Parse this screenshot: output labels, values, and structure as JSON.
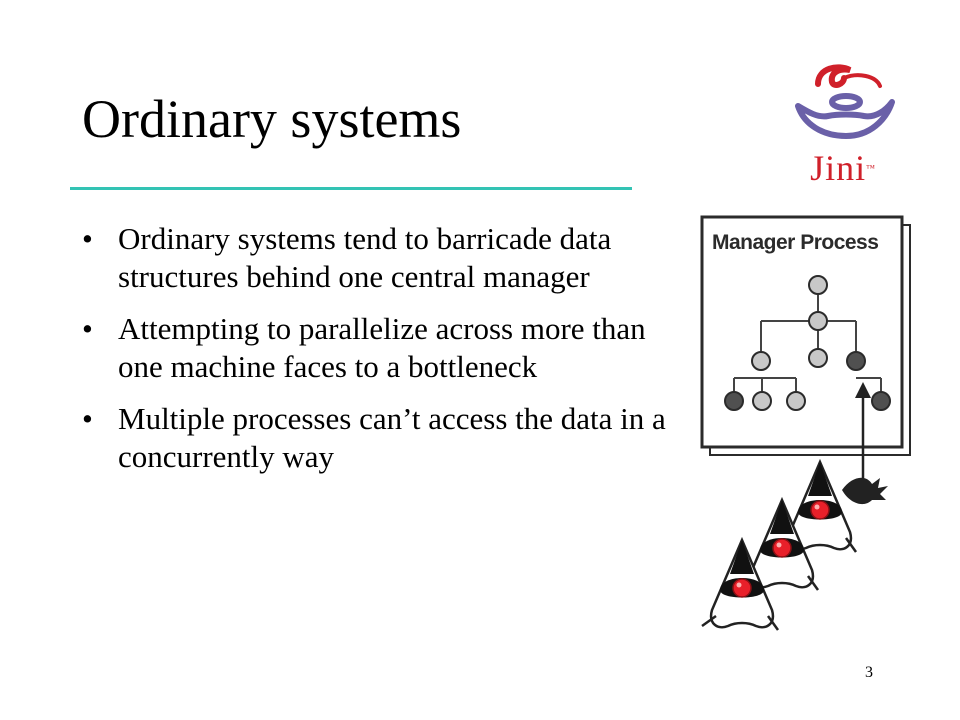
{
  "slide": {
    "title": "Ordinary systems",
    "bullets": [
      {
        "marker": "•",
        "text": "Ordinary systems tend to barricade data structures behind one central manager"
      },
      {
        "marker": "•",
        "text": "Attempting to parallelize across more than one machine faces to a bottleneck"
      },
      {
        "marker": "•",
        "text": "Multiple processes can’t access the data in a concurrently way"
      }
    ],
    "page_number": "3"
  },
  "logo": {
    "text": "Jini",
    "trademark": "™",
    "colors": {
      "red": "#d0202a",
      "purple": "#6a60a8"
    }
  },
  "illustration": {
    "box_title": "Manager Process"
  },
  "colors": {
    "title_rule": "#33c3b4",
    "node_light": "#c8c8c8",
    "node_dark": "#505050"
  }
}
